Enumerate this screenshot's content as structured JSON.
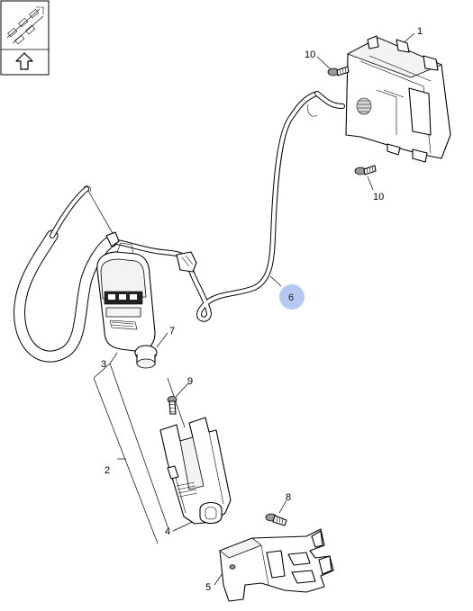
{
  "callouts": {
    "c1": "1",
    "c2": "2",
    "c3": "3",
    "c4": "4",
    "c5": "5",
    "c6": "6",
    "c7": "7",
    "c8": "8",
    "c9": "9",
    "c10a": "10",
    "c10b": "10"
  },
  "highlight_color": "#b3c9f1",
  "icons": {
    "orientation": "vehicle-orientation-icon",
    "direction": "up-arrow-icon"
  }
}
